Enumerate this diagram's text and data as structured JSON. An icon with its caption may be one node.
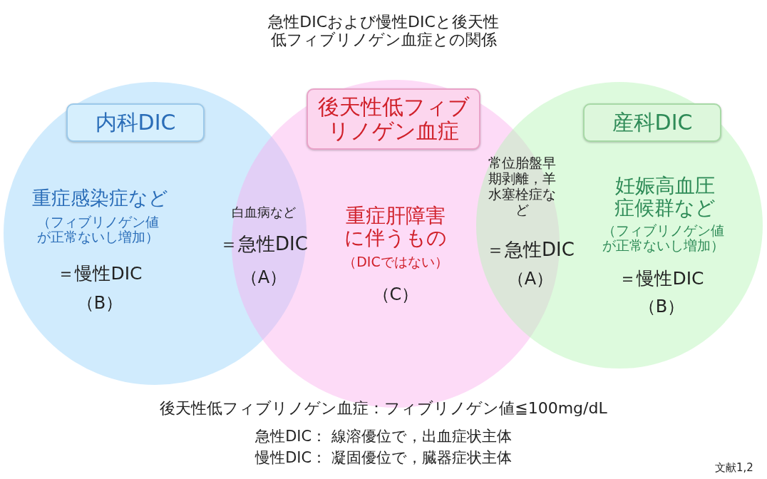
{
  "diagram": {
    "title": "急性DICおよび慢性DICと後天性低フィブリノゲン血症との関係",
    "nodes": [
      {
        "text": [
          "重症感染症など",
          "（フィブリノゲン値が正常ないし増加）",
          "＝慢性DIC",
          "（B）"
        ]
      },
      {
        "text": [
          "内科DIC"
        ],
        "in": 0
      },
      {
        "text": [
          "重症肝障害に伴うもの",
          "（DICではない）",
          "（C）"
        ]
      },
      {
        "text": [
          "後天性低フィブリノゲン血症"
        ],
        "in": 2
      },
      {
        "text": [
          "妊娠高血圧症候群など",
          "（フィブリノゲン値が正常ないし増加）",
          "＝慢性DIC",
          "（B）"
        ]
      },
      {
        "text": [
          "産科DIC"
        ],
        "in": 4
      }
    ],
    "edges": [],
    "labels": [
      "白血病など",
      "＝急性DIC",
      "（A）",
      "常位胎盤早期剥離，羊水塞栓症など",
      "＝急性DIC",
      "（A）",
      "後天性低フィブリノゲン血症：フィブリノゲン値≦100mg/dL",
      "急性DIC： 線溶優位で，出血症状主体",
      "慢性DIC： 凝固優位で，臓器症状主体",
      "文献1,2"
    ]
  }
}
